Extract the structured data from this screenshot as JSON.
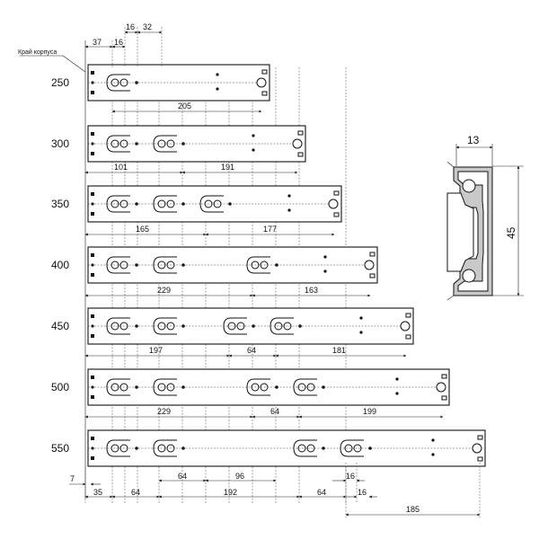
{
  "corner_label": "Край корпуса",
  "rail_lengths": [
    "250",
    "300",
    "350",
    "400",
    "450",
    "500",
    "550"
  ],
  "top_dims": {
    "d37": "37",
    "d16a": "16",
    "d16b": "16",
    "d32": "32"
  },
  "row_dims": {
    "r250": [
      "205"
    ],
    "r300": [
      "101",
      "191"
    ],
    "r350": [
      "165",
      "177"
    ],
    "r400": [
      "229",
      "163"
    ],
    "r450": [
      "197",
      "64",
      "181"
    ],
    "r500": [
      "229",
      "64",
      "199"
    ]
  },
  "bottom_dims": {
    "d7": "7",
    "d35": "35",
    "d64a": "64",
    "d192": "192",
    "d64b": "64",
    "d16c": "16",
    "d16d": "16",
    "d64c": "64",
    "d96": "96",
    "d185": "185"
  },
  "profile_dims": {
    "width": "13",
    "height": "45"
  }
}
